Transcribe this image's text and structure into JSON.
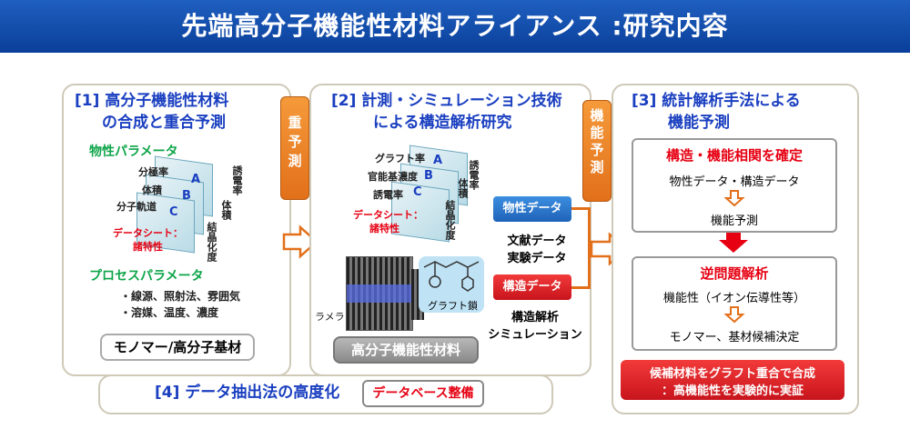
{
  "title": "先端高分子機能性材料アライアンス :研究内容",
  "panel1": {
    "heading1": "[1] 高分子機能性材料",
    "heading2": "の合成と重合予測",
    "props_label": "物性パラメータ",
    "sheet_rows": [
      "分極率",
      "体積",
      "分子軌道"
    ],
    "sheet_letters": [
      "A",
      "B",
      "C"
    ],
    "side_labels": [
      "誘電率",
      "体積",
      "結晶化度"
    ],
    "datasheet1": "データシート：",
    "datasheet2": "諸特性",
    "process_label": "プロセスパラメータ",
    "process_items": [
      "・線源、照射法、雰囲気",
      "・溶媒、温度、濃度"
    ],
    "monomer_box": "モノマー/高分子基材"
  },
  "tag_polymerization": "重予測",
  "tag_function": "機能予測",
  "panel2": {
    "heading1": "[2] 計測・シミュレーション技術",
    "heading2": "による構造解析研究",
    "sheet_rows": [
      "グラフト率",
      "官能基濃度",
      "誘電率"
    ],
    "sheet_letters": [
      "A",
      "B",
      "C"
    ],
    "side_labels": [
      "誘電率",
      "体積",
      "結晶化度"
    ],
    "datasheet1": "データシート：",
    "datasheet2": "諸特性",
    "lamella": "ラメラ",
    "graft_chain": "グラフト鎖",
    "material_box": "高分子機能性材料",
    "phys_data_btn": "物性データ",
    "lit_data1": "文献データ",
    "lit_data2": "実験データ",
    "struct_data_btn": "構造データ",
    "sim1": "構造解析",
    "sim2": "シミュレーション"
  },
  "panel3": {
    "heading1": "[3] 統計解析手法による",
    "heading2": "機能予測",
    "box1_title": "構造・機能相関を確定",
    "box1_line1": "物性データ・構造データ",
    "box1_line2": "機能予測",
    "box2_title": "逆問題解析",
    "box2_line1": "機能性（イオン伝導性等）",
    "box2_line2": "モノマー、基材候補決定",
    "result1": "候補材料をグラフト重合で合成",
    "result2": "：高機能性を実験的に実証"
  },
  "panel4": {
    "heading": "[4] データ抽出法の高度化",
    "db_box": "データベース整備"
  },
  "colors": {
    "title_bg": "#0a3f9a",
    "heading_blue": "#1a3fc0",
    "green": "#0ea54a",
    "red": "#e60012",
    "orange": "#e2701a"
  }
}
